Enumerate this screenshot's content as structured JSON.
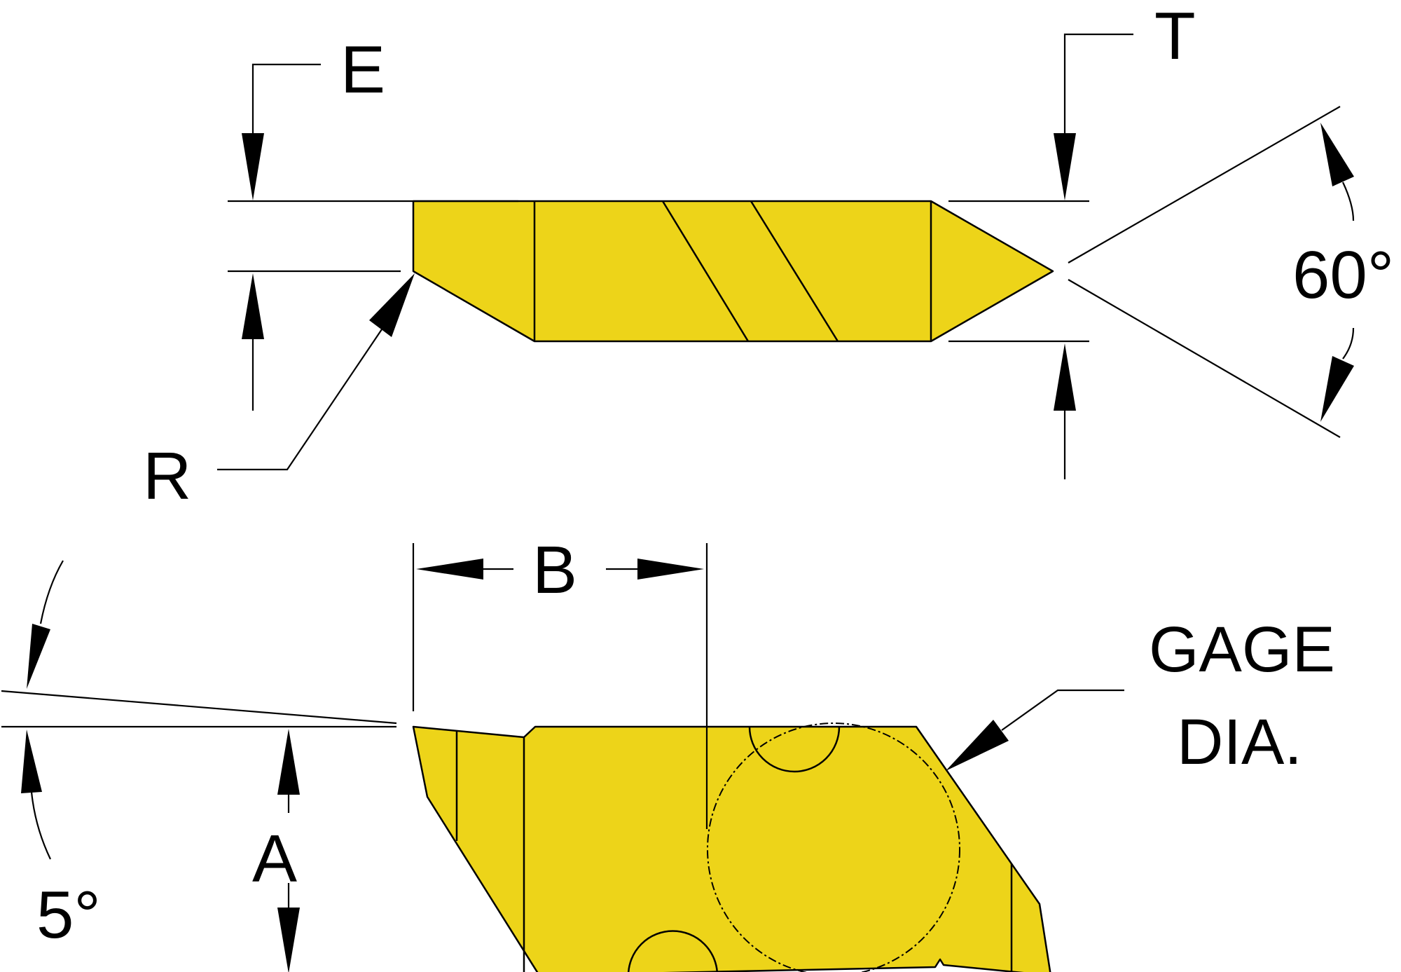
{
  "labels": {
    "e": "E",
    "t": "T",
    "r": "R",
    "angle_top": "60°",
    "b": "B",
    "gage_line1": "GAGE",
    "gage_line2": "DIA.",
    "a": "A",
    "angle_bottom": "5°"
  },
  "colors": {
    "insert_fill": "#EDD419",
    "line": "#000000",
    "background": "#FFFFFF"
  }
}
